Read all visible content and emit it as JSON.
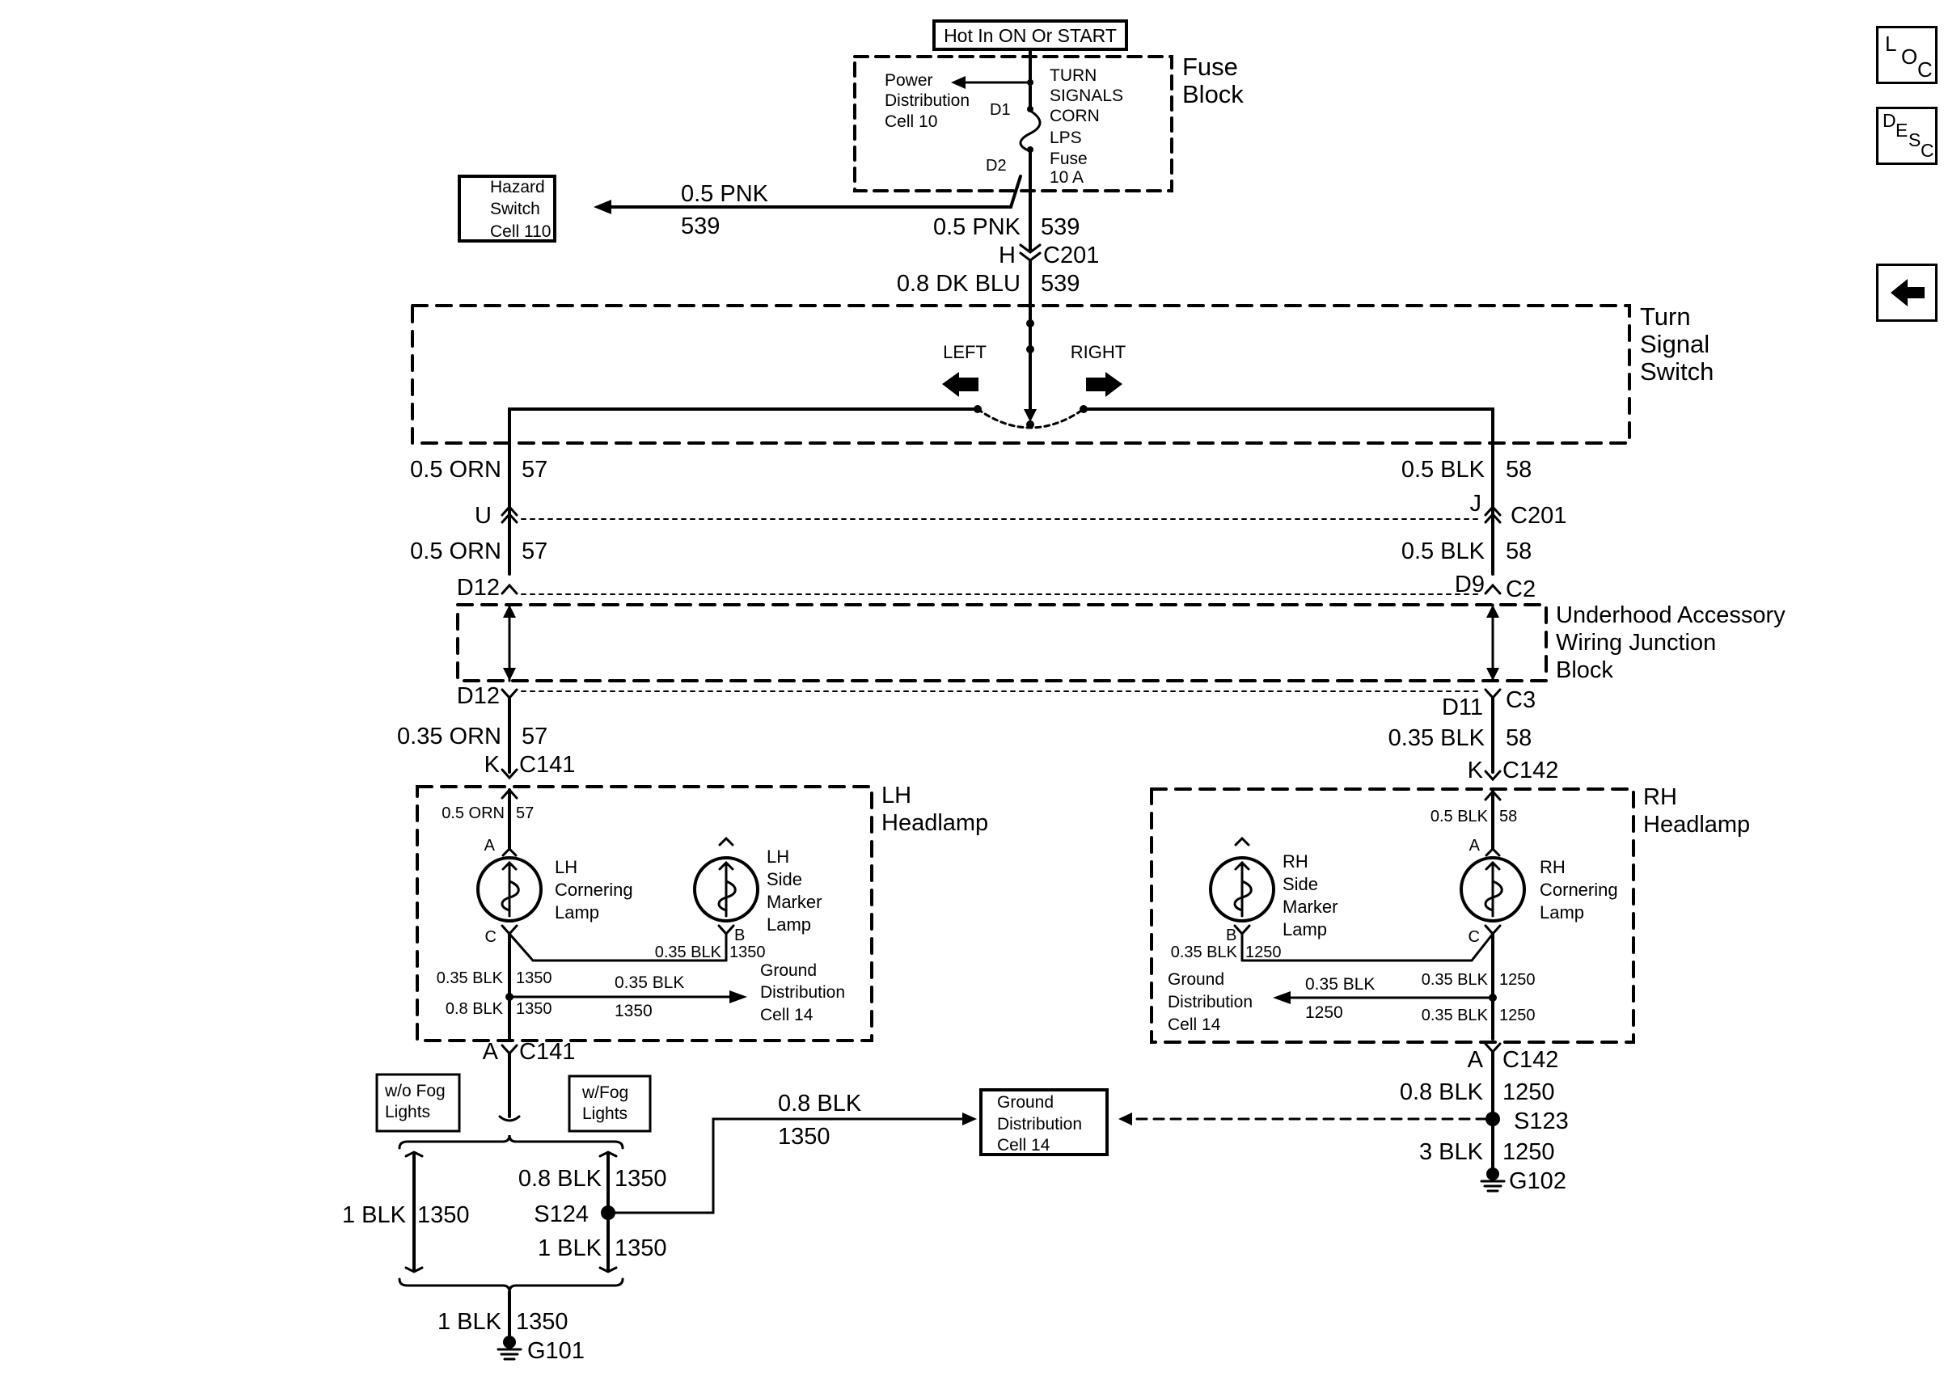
{
  "nav": {
    "loc": [
      "L",
      "O",
      "C"
    ],
    "desc": [
      "D",
      "E",
      "S",
      "C"
    ],
    "back_icon": "arrow-left-icon"
  },
  "power": {
    "label": "Hot In ON Or START"
  },
  "fuse_block": {
    "title": "Fuse Block",
    "lines": [
      "TURN",
      "SIGNALS",
      "CORN",
      "LPS",
      "Fuse",
      "10 A"
    ],
    "pin_top": "D1",
    "pin_bottom": "D2",
    "power_ref": [
      "Power",
      "Distribution",
      "Cell 10"
    ]
  },
  "hazard": {
    "lines": [
      "Hazard",
      "Switch",
      "Cell 110"
    ],
    "wire": "0.5 PNK",
    "circuit": "539"
  },
  "feed": {
    "wire1": "0.5 PNK",
    "circuit1": "539",
    "pin": "H",
    "connector": "C201",
    "wire2": "0.8 DK BLU",
    "circuit2": "539"
  },
  "turn_switch": {
    "title": "Turn Signal Switch",
    "left": "LEFT",
    "right": "RIGHT"
  },
  "left_wiring": {
    "w1": "0.5 ORN",
    "c1": "57",
    "pin1": "U",
    "w2": "0.5 ORN",
    "c2": "57",
    "pin2": "D12",
    "pin3": "D12",
    "w3": "0.35 ORN",
    "c3": "57",
    "pin4": "K",
    "conn4": "C141"
  },
  "right_wiring": {
    "w1": "0.5 BLK",
    "c1": "58",
    "pin1": "J",
    "conn1": "C201",
    "w2": "0.5 BLK",
    "c2": "58",
    "pin2": "D9",
    "conn2": "C2",
    "pin3": "D11",
    "conn3": "C3",
    "w3": "0.35 BLK",
    "c3": "58",
    "pin4": "K",
    "conn4": "C142"
  },
  "junction_block": {
    "title": "Underhood Accessory Wiring Junction Block"
  },
  "lh_headlamp": {
    "title": "LH Headlamp",
    "in_wire": "0.5 ORN",
    "in_circuit": "57",
    "pin_a": "A",
    "pin_c": "C",
    "pin_b": "B",
    "cornering": [
      "LH",
      "Cornering",
      "Lamp"
    ],
    "side": [
      "LH",
      "Side",
      "Marker",
      "Lamp"
    ],
    "side_wire": "0.35 BLK",
    "side_circuit": "1350",
    "gnd1_wire": "0.35 BLK",
    "gnd1_circuit": "1350",
    "gnd2_wire": "0.8 BLK",
    "gnd2_circuit": "1350",
    "ref_wire": "0.35 BLK",
    "ref_circuit": "1350",
    "ref": [
      "Ground",
      "Distribution",
      "Cell 14"
    ],
    "out_pin": "A",
    "out_conn": "C141"
  },
  "rh_headlamp": {
    "title": "RH Headlamp",
    "in_wire": "0.5 BLK",
    "in_circuit": "58",
    "pin_a": "A",
    "pin_c": "C",
    "pin_b": "B",
    "cornering": [
      "RH",
      "Cornering",
      "Lamp"
    ],
    "side": [
      "RH",
      "Side",
      "Marker",
      "Lamp"
    ],
    "side_wire": "0.35 BLK",
    "side_circuit": "1250",
    "gnd1_wire": "0.35 BLK",
    "gnd1_circuit": "1250",
    "gnd2_wire": "0.35 BLK",
    "gnd2_circuit": "1250",
    "ref_wire": "0.35 BLK",
    "ref_circuit": "1250",
    "ref": [
      "Ground",
      "Distribution",
      "Cell 14"
    ],
    "out_pin": "A",
    "out_conn": "C142"
  },
  "left_ground": {
    "wo_fog": [
      "w/o Fog",
      "Lights"
    ],
    "w_fog": [
      "w/Fog",
      "Lights"
    ],
    "w1": "0.8 BLK",
    "c1": "1350",
    "splice": "S124",
    "w2": "1 BLK",
    "c2": "1350",
    "alt_wire": "1 BLK",
    "alt_circuit": "1350",
    "out_wire": "1 BLK",
    "out_circuit": "1350",
    "ground": "G101",
    "link_wire": "0.8 BLK",
    "link_circuit": "1350",
    "ref": [
      "Ground",
      "Distribution",
      "Cell 14"
    ]
  },
  "right_ground": {
    "w1": "0.8 BLK",
    "c1": "1250",
    "splice": "S123",
    "w2": "3 BLK",
    "c2": "1250",
    "ground": "G102"
  }
}
